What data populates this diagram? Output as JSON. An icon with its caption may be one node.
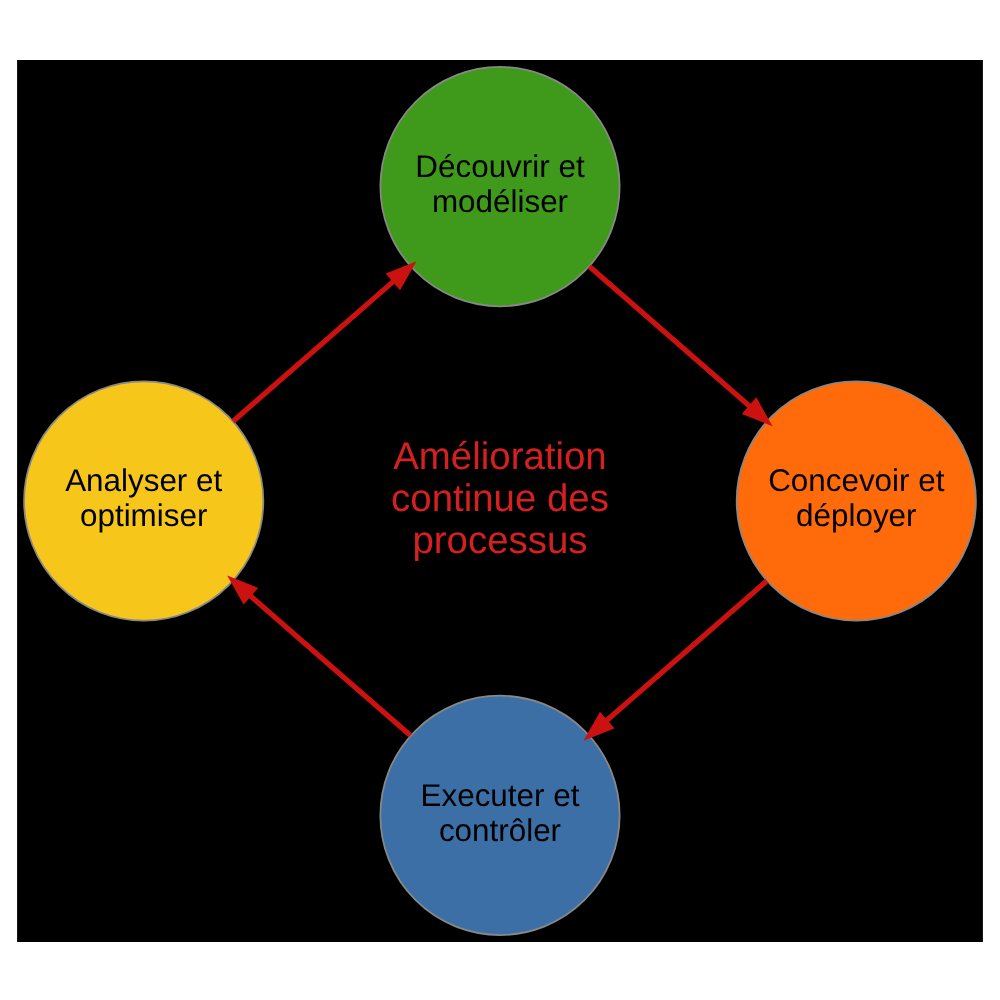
{
  "diagram": {
    "nodes": [
      {
        "text": [
          "Découvrir et modéliser"
        ]
      },
      {
        "text": [
          "Concevoir et déployer"
        ]
      },
      {
        "text": [
          "Executer et contrôler"
        ]
      },
      {
        "text": [
          "Analyser et optimiser"
        ]
      }
    ],
    "edges": [
      {
        "from": 0,
        "to": 1,
        "arrow": "to"
      },
      {
        "from": 1,
        "to": 2,
        "arrow": "to"
      },
      {
        "from": 2,
        "to": 3,
        "arrow": "to"
      },
      {
        "from": 3,
        "to": 0,
        "arrow": "to"
      }
    ],
    "labels": [
      "Amélioration continue des processus"
    ]
  }
}
